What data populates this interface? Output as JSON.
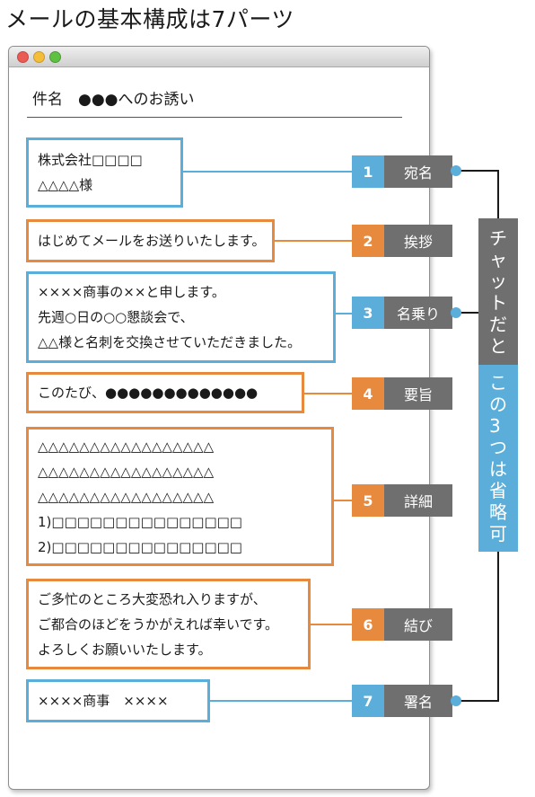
{
  "title": "メールの基本構成は7パーツ",
  "subject": "件名　●●●へのお誘い",
  "sections": [
    {
      "num": "1",
      "name": "宛名",
      "lines": [
        "株式会社□□□□",
        "△△△△様"
      ]
    },
    {
      "num": "2",
      "name": "挨拶",
      "lines": [
        "はじめてメールをお送りいたします。"
      ]
    },
    {
      "num": "3",
      "name": "名乗り",
      "lines": [
        "××××商事の××と申します。",
        "先週○日の○○懇談会で、",
        "△△様と名刺を交換させていただきました。"
      ]
    },
    {
      "num": "4",
      "name": "要旨",
      "lines": [
        "このたび、●●●●●●●●●●●●●"
      ]
    },
    {
      "num": "5",
      "name": "詳細",
      "lines": [
        "△△△△△△△△△△△△△△△△△",
        "△△△△△△△△△△△△△△△△△",
        "△△△△△△△△△△△△△△△△△",
        "1)□□□□□□□□□□□□□□□",
        "2)□□□□□□□□□□□□□□□"
      ]
    },
    {
      "num": "6",
      "name": "結び",
      "lines": [
        "ご多忙のところ大変恐れ入りますが、",
        "ご都合のほどをうかがえれば幸いです。",
        "よろしくお願いいたします。"
      ]
    },
    {
      "num": "7",
      "name": "署名",
      "lines": [
        "××××商事　××××"
      ]
    }
  ],
  "side_note": {
    "gray_text": "チャットだと",
    "blue_text": "この3つは省略可"
  }
}
